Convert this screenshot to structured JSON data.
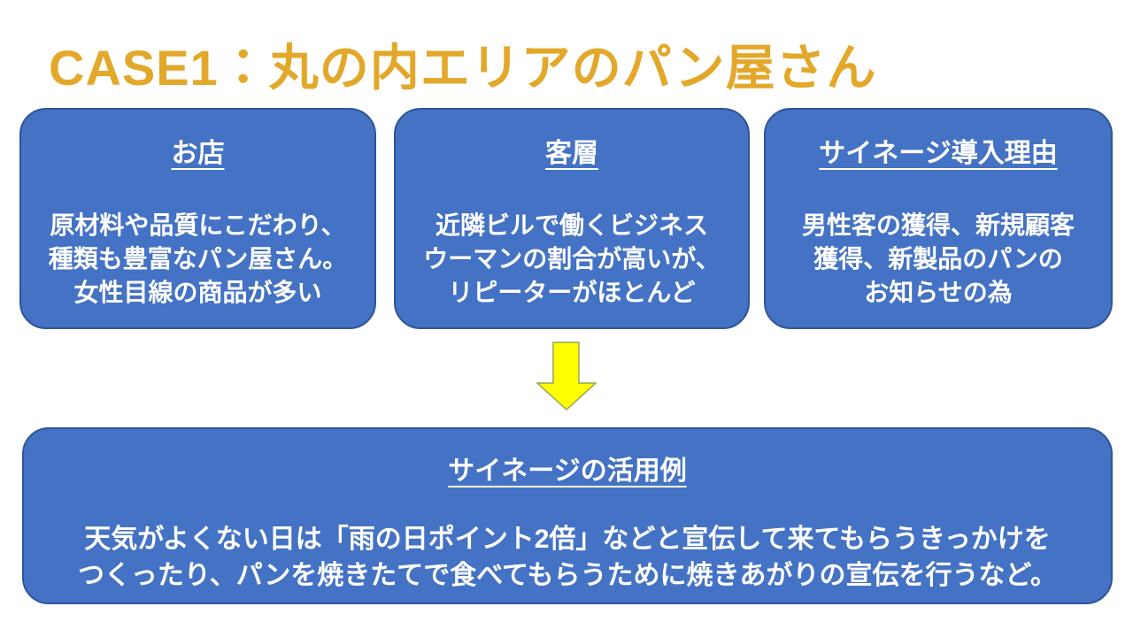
{
  "slide": {
    "title": "CASE1：丸の内エリアのパン屋さん"
  },
  "boxes": [
    {
      "heading": "お店",
      "body": "原材料や品質にこだわり、\n種類も豊富なパン屋さん。\n女性目線の商品が多い"
    },
    {
      "heading": "客層",
      "body": "近隣ビルで働くビジネス\nウーマンの割合が高いが、\nリピーターがほとんど"
    },
    {
      "heading": "サイネージ導入理由",
      "body": "男性客の獲得、新規顧客\n獲得、新製品のパンの\nお知らせの為"
    }
  ],
  "usage_box": {
    "heading": "サイネージの活用例",
    "body": "天気がよくない日は「雨の日ポイント2倍」などと宣伝して来てもらうきっかけを\nつくったり、パンを焼きたてで食べてもらうために焼きあがりの宣伝を行うなど。"
  },
  "icons": {
    "down_arrow": "down-arrow"
  },
  "colors": {
    "background": "#FFFFFF",
    "box_fill": "#4472C4",
    "box_border": "#2F5597",
    "text": "#FFFFFF",
    "title": "#E3A82A",
    "arrow_fill": "#FFFF00",
    "arrow_stroke": "#9AA357"
  }
}
